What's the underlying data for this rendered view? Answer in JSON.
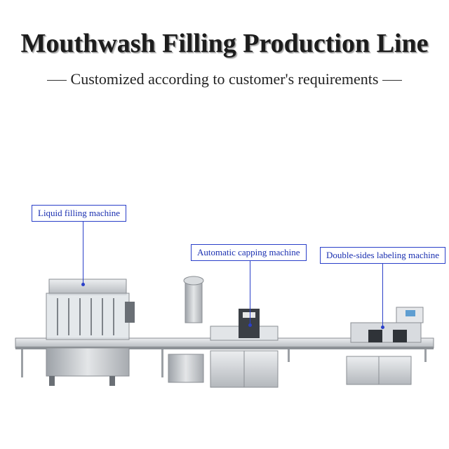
{
  "header": {
    "title": "Mouthwash Filling Production Line",
    "subtitle": "Customized according to customer's requirements"
  },
  "callouts": [
    {
      "label": "Liquid filling machine"
    },
    {
      "label": "Automatic capping machine"
    },
    {
      "label": "Double-sides labeling machine"
    }
  ],
  "colors": {
    "callout_border": "#2a3fc9",
    "steel": "#c9ccd0"
  }
}
